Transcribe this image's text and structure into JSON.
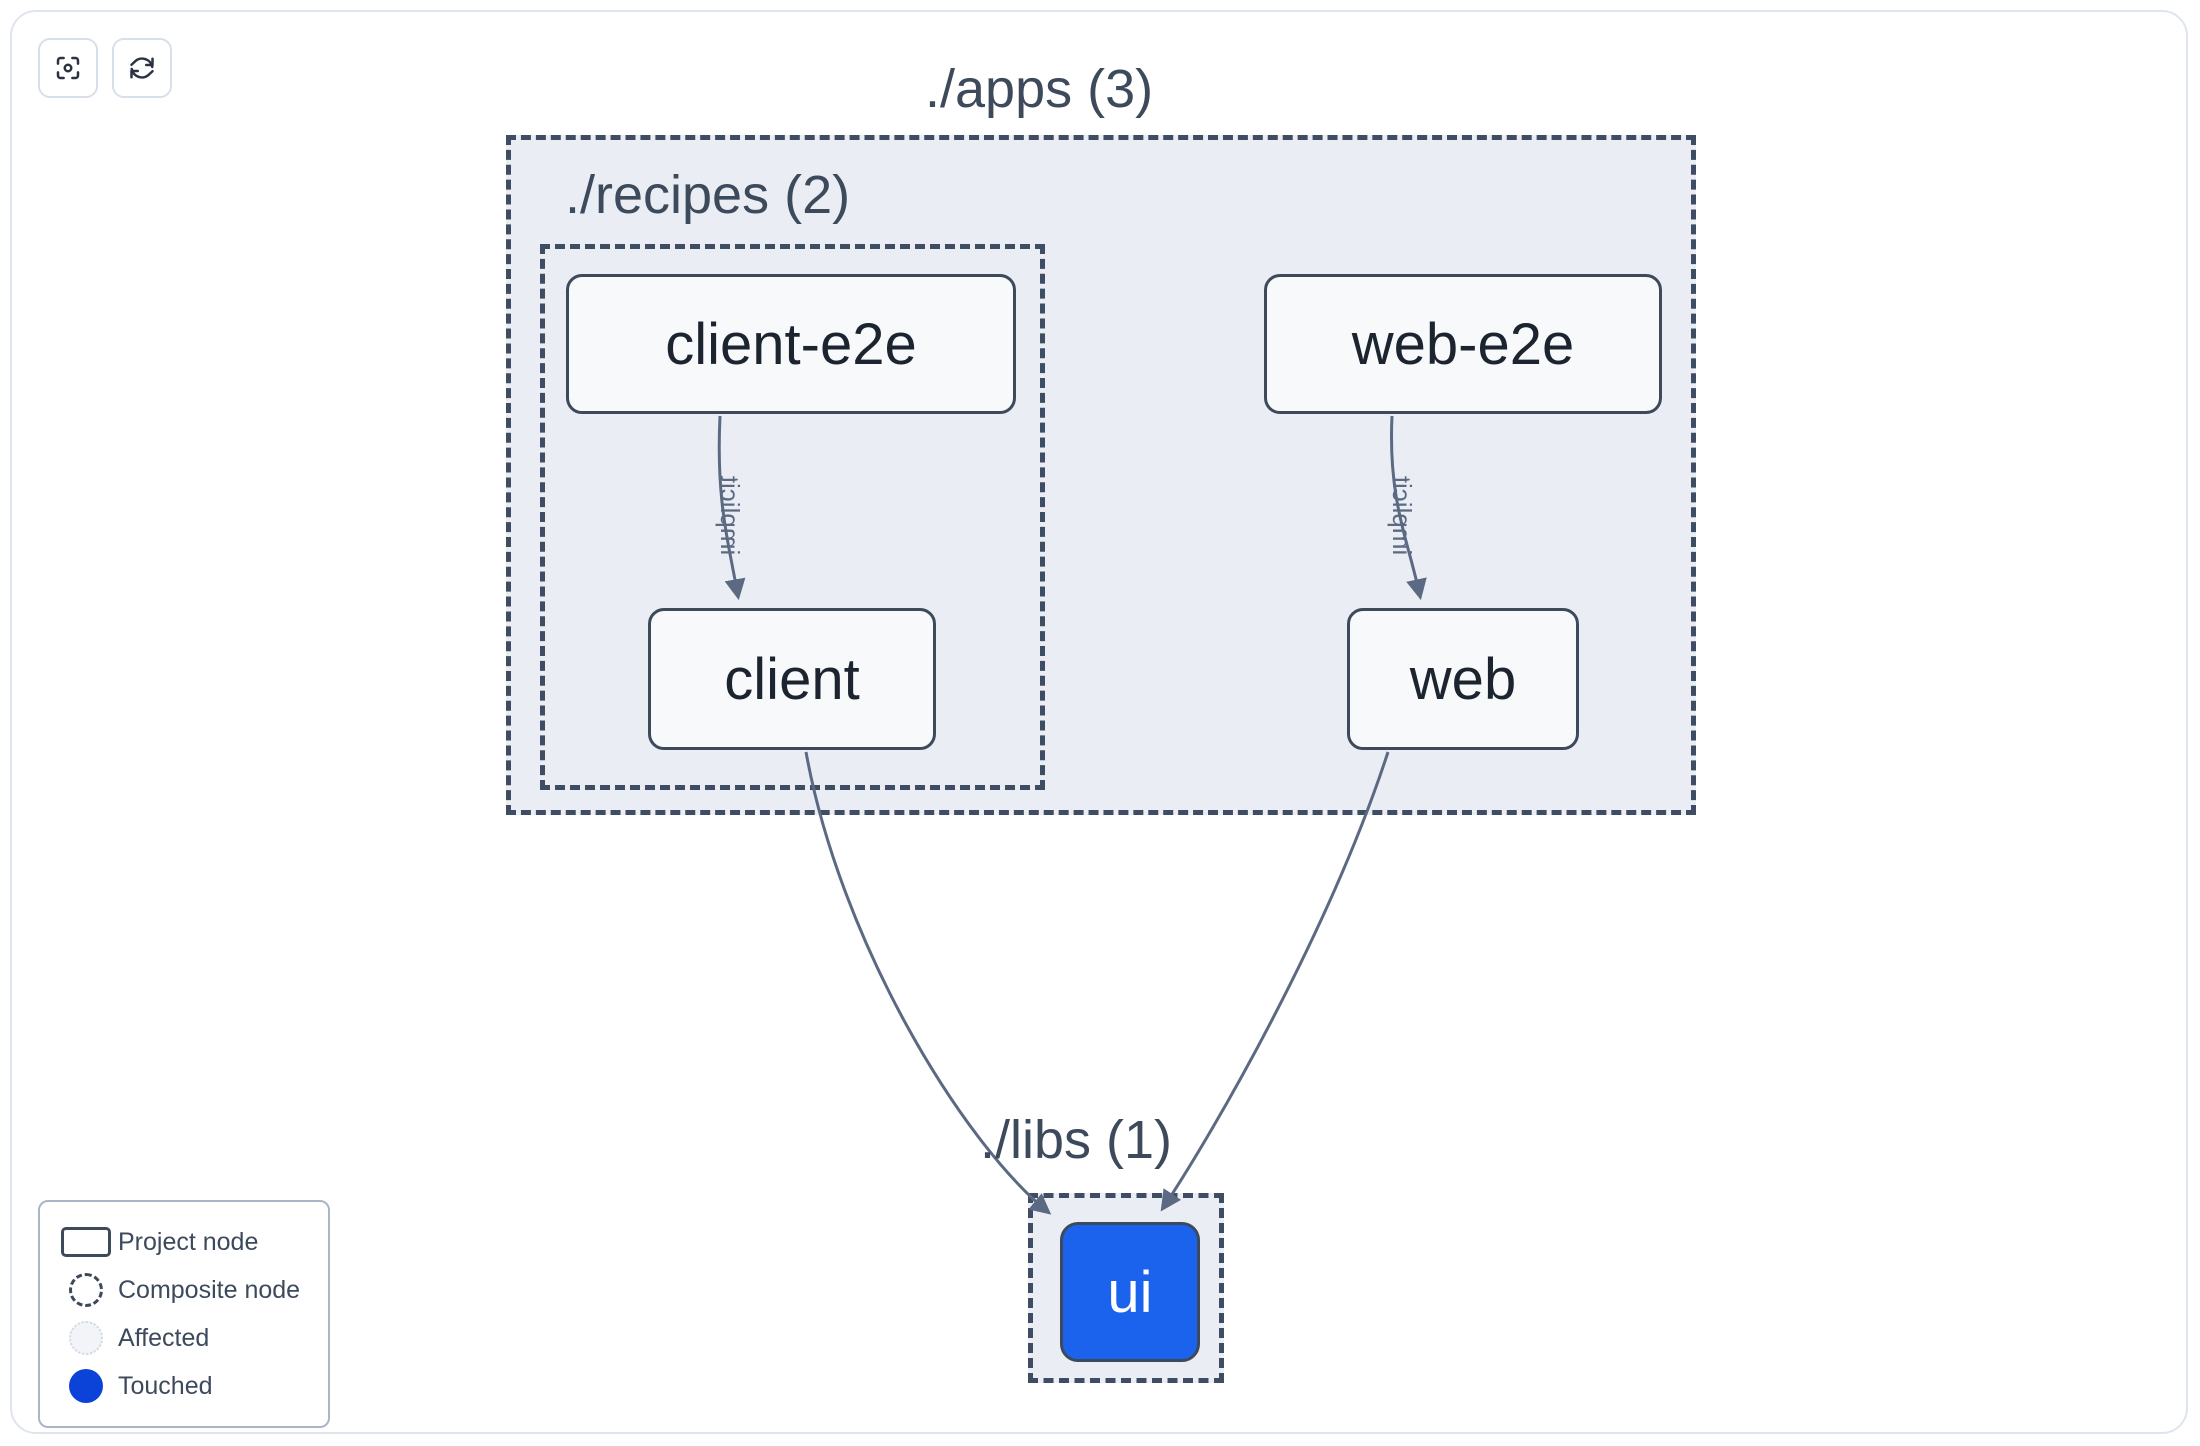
{
  "toolbar": {
    "buttons": [
      {
        "name": "focus-graph-button",
        "icon": "focus-icon",
        "title": "Focus graph"
      },
      {
        "name": "refresh-graph-button",
        "icon": "refresh-icon",
        "title": "Refresh graph"
      }
    ]
  },
  "graph": {
    "groups": [
      {
        "id": "apps",
        "label": "./apps (3)",
        "count": 3
      },
      {
        "id": "recipes",
        "label": "./recipes (2)",
        "count": 2
      },
      {
        "id": "libs",
        "label": "./libs (1)",
        "count": 1
      }
    ],
    "nodes": [
      {
        "id": "client-e2e",
        "label": "client-e2e",
        "group": "recipes",
        "state": "project"
      },
      {
        "id": "client",
        "label": "client",
        "group": "recipes",
        "state": "project"
      },
      {
        "id": "web-e2e",
        "label": "web-e2e",
        "group": "apps",
        "state": "project"
      },
      {
        "id": "web",
        "label": "web",
        "group": "apps",
        "state": "project"
      },
      {
        "id": "ui",
        "label": "ui",
        "group": "libs",
        "state": "touched"
      }
    ],
    "edges": [
      {
        "from": "client-e2e",
        "to": "client",
        "label": "implicit"
      },
      {
        "from": "web-e2e",
        "to": "web",
        "label": "implicit"
      },
      {
        "from": "client",
        "to": "ui",
        "label": ""
      },
      {
        "from": "web",
        "to": "ui",
        "label": ""
      }
    ]
  },
  "legend": {
    "items": [
      {
        "swatch": "project",
        "label": "Project node"
      },
      {
        "swatch": "composite",
        "label": "Composite node"
      },
      {
        "swatch": "affected",
        "label": "Affected"
      },
      {
        "swatch": "touched",
        "label": "Touched"
      }
    ]
  },
  "colors": {
    "touched": "#1b63ed",
    "legend_touched": "#0b42d8",
    "node_border": "#3d4a5c",
    "node_fill": "#f7f9fb",
    "group_fill": "#eaeef4",
    "group_border": "#3f4d63",
    "edge": "#5b6a82",
    "text": "#3d4a5c",
    "frame": "#dfe5ee"
  }
}
